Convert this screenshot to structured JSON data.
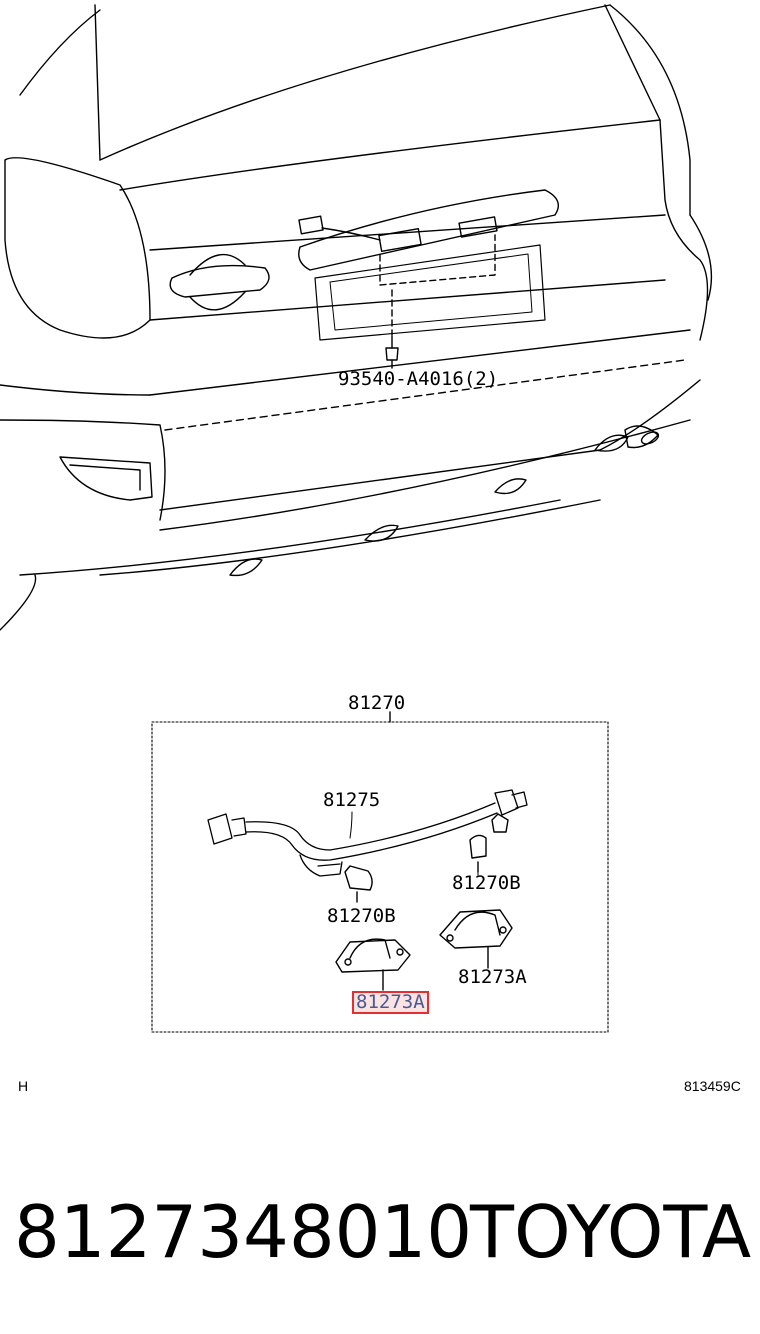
{
  "labels": {
    "clip": "93540-A4016(2)",
    "assembly": "81270",
    "harness": "81275",
    "bulb_right": "81270B",
    "bulb_left": "81270B",
    "lens_right": "81273A",
    "lens_highlighted": "81273A"
  },
  "footer": {
    "left_code": "H",
    "diagram_id": "813459C",
    "part_number": "8127348010",
    "brand": "TOYOTA"
  },
  "colors": {
    "highlight_border": "#e03030",
    "highlight_fill": "#fbe3e3",
    "highlight_text": "#4a5a90"
  }
}
